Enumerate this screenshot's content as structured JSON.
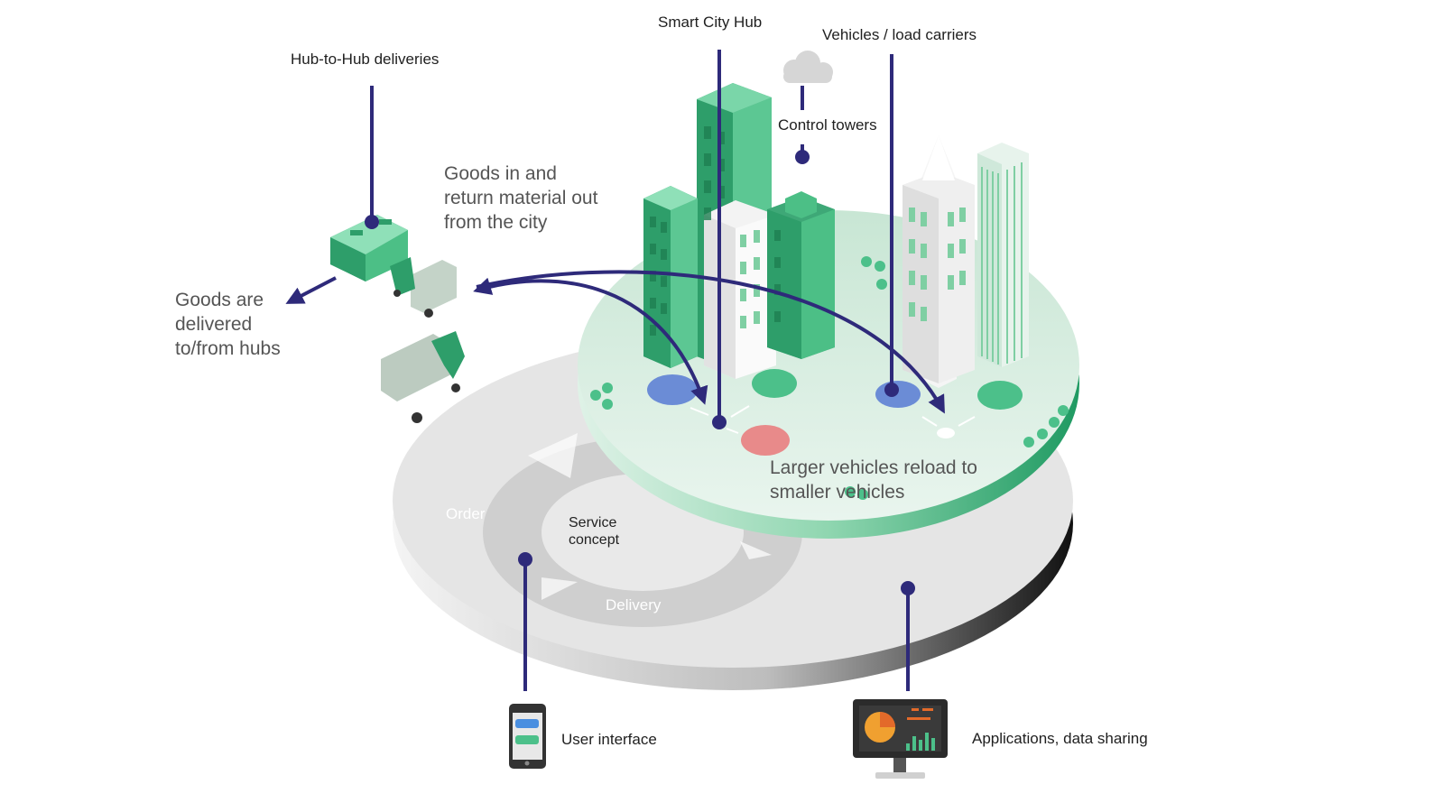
{
  "colors": {
    "accent_navy": "#2e2a7a",
    "green_dark": "#2e9e6a",
    "green_mid": "#4cc08a",
    "green_light": "#d7ecdf",
    "disc_gray": "#e6e6e6",
    "ring_gray": "#cfcfcf"
  },
  "labels": {
    "hub_to_hub": "Hub-to-Hub  deliveries",
    "smart_city_hub": "Smart City Hub",
    "vehicles": "Vehicles / load  carriers",
    "control_towers": "Control towers",
    "goods_in": "Goods in and return material out from the city",
    "goods_delivered": "Goods are delivered to/from hubs",
    "larger_vehicles": "Larger vehicles reload to smaller vehicles",
    "service_concept": "Service concept",
    "order": "Order",
    "delivery": "Delivery",
    "user_interface": "User interface",
    "applications": "Applications,  data sharing"
  },
  "icons": [
    "cloud-icon",
    "phone-icon",
    "monitor-icon",
    "building-icon",
    "truck-icon",
    "car-icon",
    "tree-icon"
  ]
}
